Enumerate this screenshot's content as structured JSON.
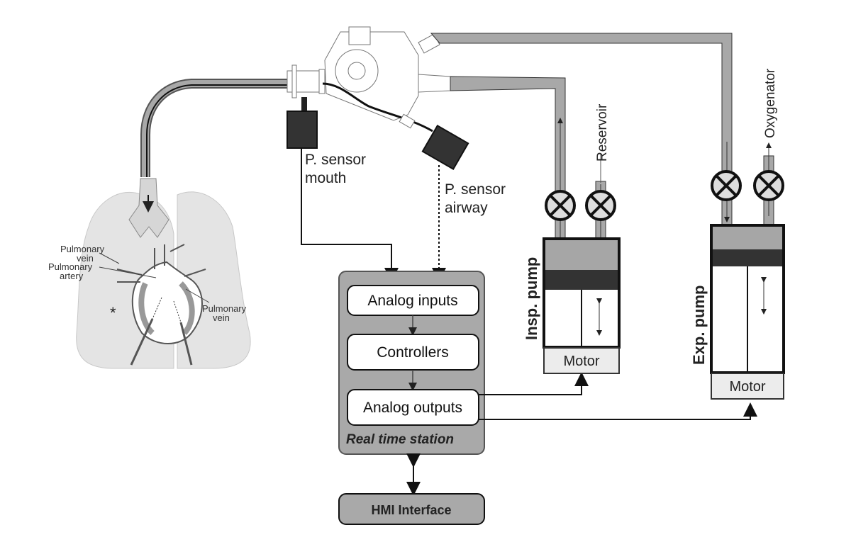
{
  "diagram": {
    "lung_labels": {
      "pulmonary_vein_left": [
        "Pulmonary",
        "vein"
      ],
      "pulmonary_artery": [
        "Pulmonary",
        "artery"
      ],
      "pulmonary_vein_right": [
        "Pulmonary",
        "vein"
      ],
      "asterisk": "*"
    },
    "sensors": {
      "mouth": [
        "P. sensor",
        "mouth"
      ],
      "airway": [
        "P. sensor",
        "airway"
      ]
    },
    "real_time_station": {
      "title": "Real time station",
      "blocks": [
        "Analog inputs",
        "Controllers",
        "Analog outputs"
      ]
    },
    "hmi": "HMI Interface",
    "insp_pump": {
      "label": "Insp. pump",
      "motor": "Motor",
      "port_label": "Reservoir"
    },
    "exp_pump": {
      "label": "Exp. pump",
      "motor": "Motor",
      "port_label": "Oxygenator"
    },
    "colors": {
      "tube_fill": "#a8a8a8",
      "sensor_fill": "#333333",
      "station_fill": "#a9a9a9",
      "lung_fill": "#e4e4e4",
      "piston": "#333333",
      "chamber": "#a6a6a6",
      "motor_fill": "#ececec"
    }
  }
}
